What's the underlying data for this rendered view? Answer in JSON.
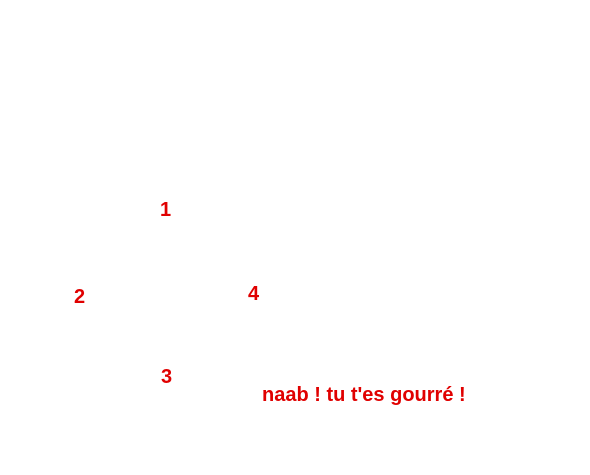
{
  "labels": {
    "one": "1",
    "two": "2",
    "three": "3",
    "four": "4"
  },
  "message": "naab ! tu t'es gourré !",
  "colors": {
    "text": "#e00000",
    "background": "#ffffff"
  }
}
